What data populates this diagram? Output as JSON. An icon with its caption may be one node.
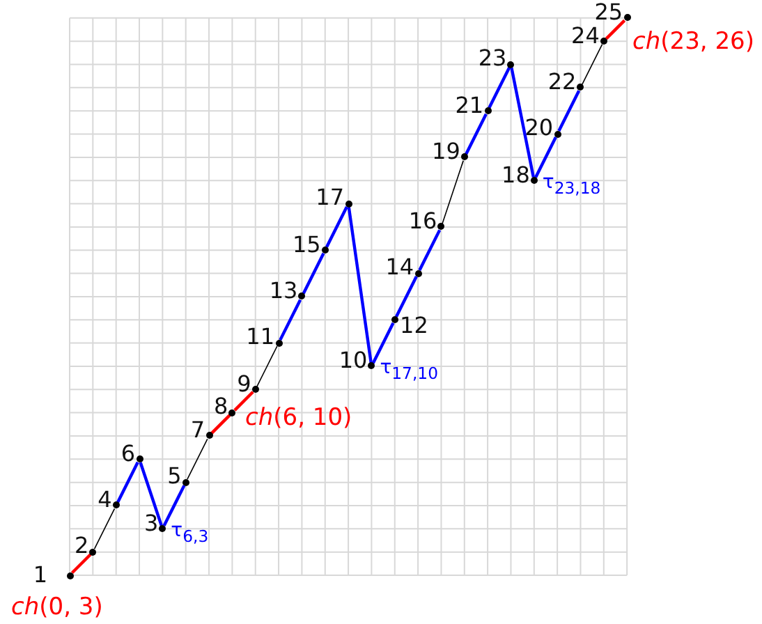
{
  "diagram": {
    "nodes": [
      {
        "text": [
          "1"
        ]
      },
      {
        "text": [
          "2"
        ]
      },
      {
        "text": [
          "3"
        ],
        "beside": [
          "τ$_{6,3}$"
        ]
      },
      {
        "text": [
          "4"
        ]
      },
      {
        "text": [
          "5"
        ]
      },
      {
        "text": [
          "6"
        ]
      },
      {
        "text": [
          "7"
        ]
      },
      {
        "text": [
          "8"
        ]
      },
      {
        "text": [
          "9"
        ]
      },
      {
        "text": [
          "10"
        ],
        "beside": [
          "τ$_{17,10}$"
        ]
      },
      {
        "text": [
          "11"
        ]
      },
      {
        "text": [
          "12"
        ]
      },
      {
        "text": [
          "13"
        ]
      },
      {
        "text": [
          "14"
        ]
      },
      {
        "text": [
          "15"
        ]
      },
      {
        "text": [
          "16"
        ]
      },
      {
        "text": [
          "17"
        ]
      },
      {
        "text": [
          "18"
        ],
        "beside": [
          "τ$_{23,18}$"
        ]
      },
      {
        "text": [
          "19"
        ]
      },
      {
        "text": [
          "20"
        ]
      },
      {
        "text": [
          "21"
        ]
      },
      {
        "text": [
          "22"
        ]
      },
      {
        "text": [
          "23"
        ]
      },
      {
        "text": [
          "24"
        ]
      },
      {
        "text": [
          "25"
        ]
      }
    ],
    "edges": [
      {
        "from": 0,
        "to": 1,
        "arrow": "none",
        "color": "#ff0000"
      },
      {
        "from": 1,
        "to": 3,
        "arrow": "none",
        "color": "#000000"
      },
      {
        "from": 3,
        "to": 5,
        "arrow": "none"
      },
      {
        "from": 5,
        "to": 2,
        "arrow": "none"
      },
      {
        "from": 2,
        "to": 4,
        "arrow": "none"
      },
      {
        "from": 4,
        "to": 6,
        "arrow": "none",
        "color": "#000000"
      },
      {
        "from": 6,
        "to": 7,
        "arrow": "none",
        "color": "#ff0000"
      },
      {
        "from": 7,
        "to": 8,
        "arrow": "none",
        "color": "#ff0000"
      },
      {
        "from": 8,
        "to": 10,
        "arrow": "none",
        "color": "#000000"
      },
      {
        "from": 10,
        "to": 12,
        "arrow": "none"
      },
      {
        "from": 12,
        "to": 14,
        "arrow": "none"
      },
      {
        "from": 14,
        "to": 16,
        "arrow": "none"
      },
      {
        "from": 16,
        "to": 9,
        "arrow": "none"
      },
      {
        "from": 9,
        "to": 11,
        "arrow": "none"
      },
      {
        "from": 11,
        "to": 13,
        "arrow": "none"
      },
      {
        "from": 13,
        "to": 15,
        "arrow": "none"
      },
      {
        "from": 15,
        "to": 18,
        "arrow": "none",
        "color": "#000000"
      },
      {
        "from": 18,
        "to": 20,
        "arrow": "none"
      },
      {
        "from": 20,
        "to": 22,
        "arrow": "none"
      },
      {
        "from": 22,
        "to": 17,
        "arrow": "none"
      },
      {
        "from": 17,
        "to": 19,
        "arrow": "none"
      },
      {
        "from": 19,
        "to": 21,
        "arrow": "none"
      },
      {
        "from": 21,
        "to": 23,
        "arrow": "none",
        "color": "#000000"
      },
      {
        "from": 23,
        "to": 24,
        "arrow": "none",
        "color": "#ff0000"
      }
    ],
    "labels": [
      "*ch*(23, 26)",
      "*ch*(6, 10)",
      "*ch*(0, 3)"
    ]
  }
}
